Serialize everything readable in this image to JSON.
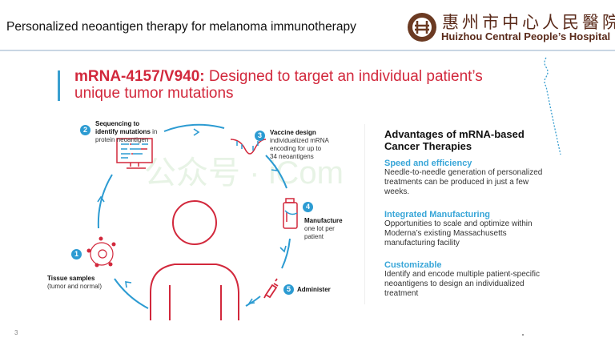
{
  "header": {
    "title": "Personalized neoantigen therapy for melanoma immunotherapy",
    "logo_cn": "惠州市中心人民醫院",
    "logo_en": "Huizhou Central People’s Hospital"
  },
  "slide": {
    "title_bold": "mRNA-4157/V940:",
    "title_rest": " Designed to target an individual patient’s unique tumor mutations",
    "steps": [
      {
        "num": "1",
        "bold": "Tissue samples",
        "text": "(tumor and normal)",
        "icon": "cell-icon"
      },
      {
        "num": "2",
        "bold1": "Sequencing to",
        "bold2": "identify mutations",
        "text2": " in",
        "text": "protein neoantigen",
        "icon": "monitor-icon"
      },
      {
        "num": "3",
        "bold": "Vaccine design",
        "text": [
          "individualized mRNA",
          "encoding for up to",
          "34 neoantigens"
        ],
        "icon": "mrna-icon"
      },
      {
        "num": "4",
        "bold": "Manufacture",
        "text": [
          "one lot per",
          "patient"
        ],
        "icon": "vial-icon"
      },
      {
        "num": "5",
        "bold": "Administer",
        "icon": "syringe-icon"
      }
    ],
    "advantages": {
      "heading": "Advantages of mRNA-based Cancer Therapies",
      "sections": [
        {
          "title": "Speed and efficiency",
          "body": "Needle-to-needle generation of personalized treatments can be produced in just a few weeks."
        },
        {
          "title": "Integrated Manufacturing",
          "body": "Opportunities to scale and optimize within Moderna’s existing Massachusetts manufacturing facility"
        },
        {
          "title": "Customizable",
          "body": "Identify and encode multiple patient-specific neoantigens to design an individualized treatment"
        }
      ]
    },
    "watermark": "公众号 · iCom",
    "page_number": "3"
  },
  "colors": {
    "accent_red": "#d2283c",
    "accent_blue": "#2c9bd2"
  }
}
